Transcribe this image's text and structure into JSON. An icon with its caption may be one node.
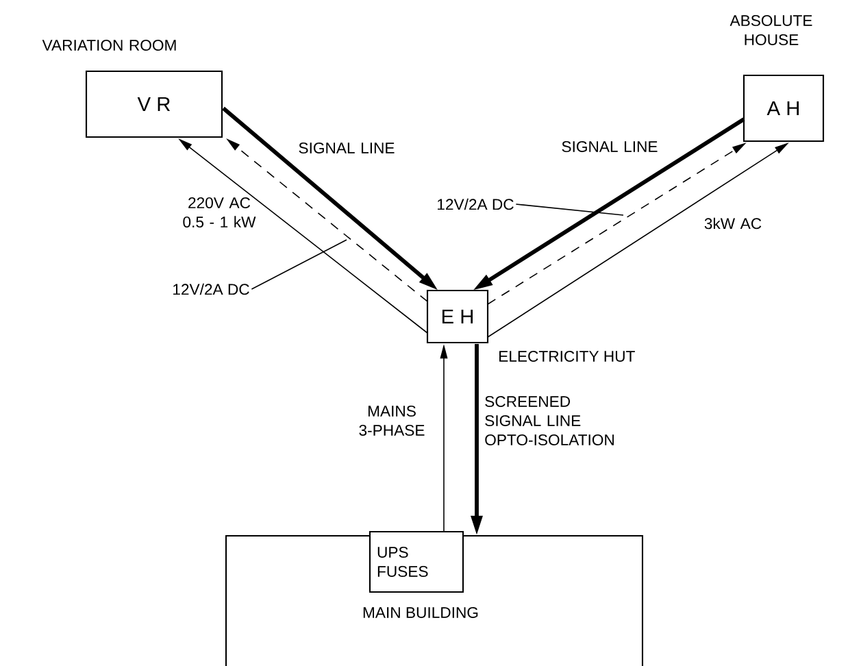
{
  "diagram": {
    "nodes": [
      {
        "text": [
          "VARIATION ROOM",
          "V R"
        ]
      },
      {
        "text": [
          "ABSOLUTE HOUSE",
          "A H"
        ]
      },
      {
        "text": [
          "E H"
        ],
        "beside": [
          "ELECTRICITY HUT"
        ]
      },
      {
        "text": [
          "MAIN BUILDING"
        ]
      },
      {
        "text": [
          "UPS FUSES"
        ],
        "in": 3
      },
      {
        "text": [
          "12V/2A DC"
        ]
      },
      {
        "text": [
          "12V/2A DC"
        ]
      }
    ],
    "edges": [
      {
        "from": 0,
        "to": 2,
        "arrow": "to",
        "style": "thick",
        "label": "SIGNAL LINE"
      },
      {
        "from": 2,
        "to": 0,
        "arrow": "to",
        "style": "dashed"
      },
      {
        "from": 2,
        "to": 0,
        "arrow": "to",
        "label": "220V AC 0.5 - 1 kW"
      },
      {
        "from": 1,
        "to": 2,
        "arrow": "to",
        "style": "thick",
        "label": "SIGNAL LINE"
      },
      {
        "from": 2,
        "to": 1,
        "arrow": "to",
        "style": "dashed"
      },
      {
        "from": 2,
        "to": 1,
        "arrow": "to",
        "label": "3kW AC"
      },
      {
        "from": 4,
        "to": 2,
        "arrow": "to",
        "label": "MAINS 3-PHASE"
      },
      {
        "from": 2,
        "to": 3,
        "arrow": "to",
        "style": "thick",
        "label": "SCREENED SIGNAL LINE OPTO-ISOLATION"
      },
      {
        "from": 5,
        "to": null,
        "arrow": "none"
      },
      {
        "from": 6,
        "to": null,
        "arrow": "none"
      }
    ]
  }
}
